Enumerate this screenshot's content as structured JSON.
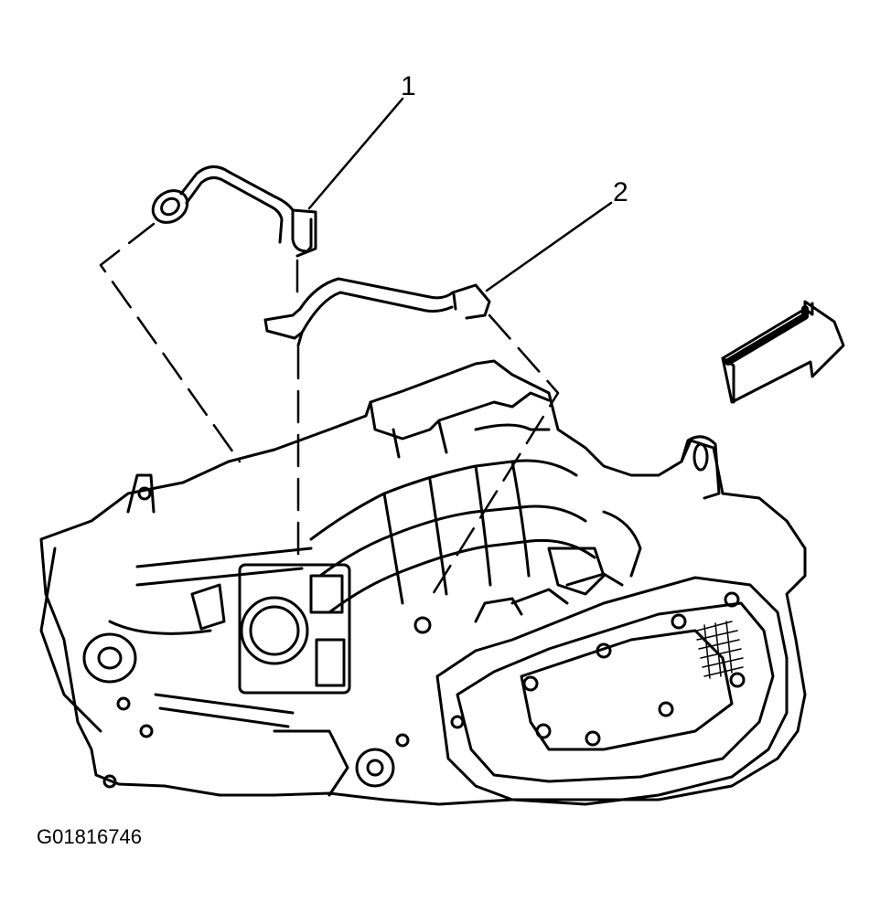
{
  "callouts": {
    "c1": "1",
    "c2": "2"
  },
  "figure_id": "G01816746",
  "colors": {
    "ink": "#000000",
    "paper": "#ffffff"
  }
}
